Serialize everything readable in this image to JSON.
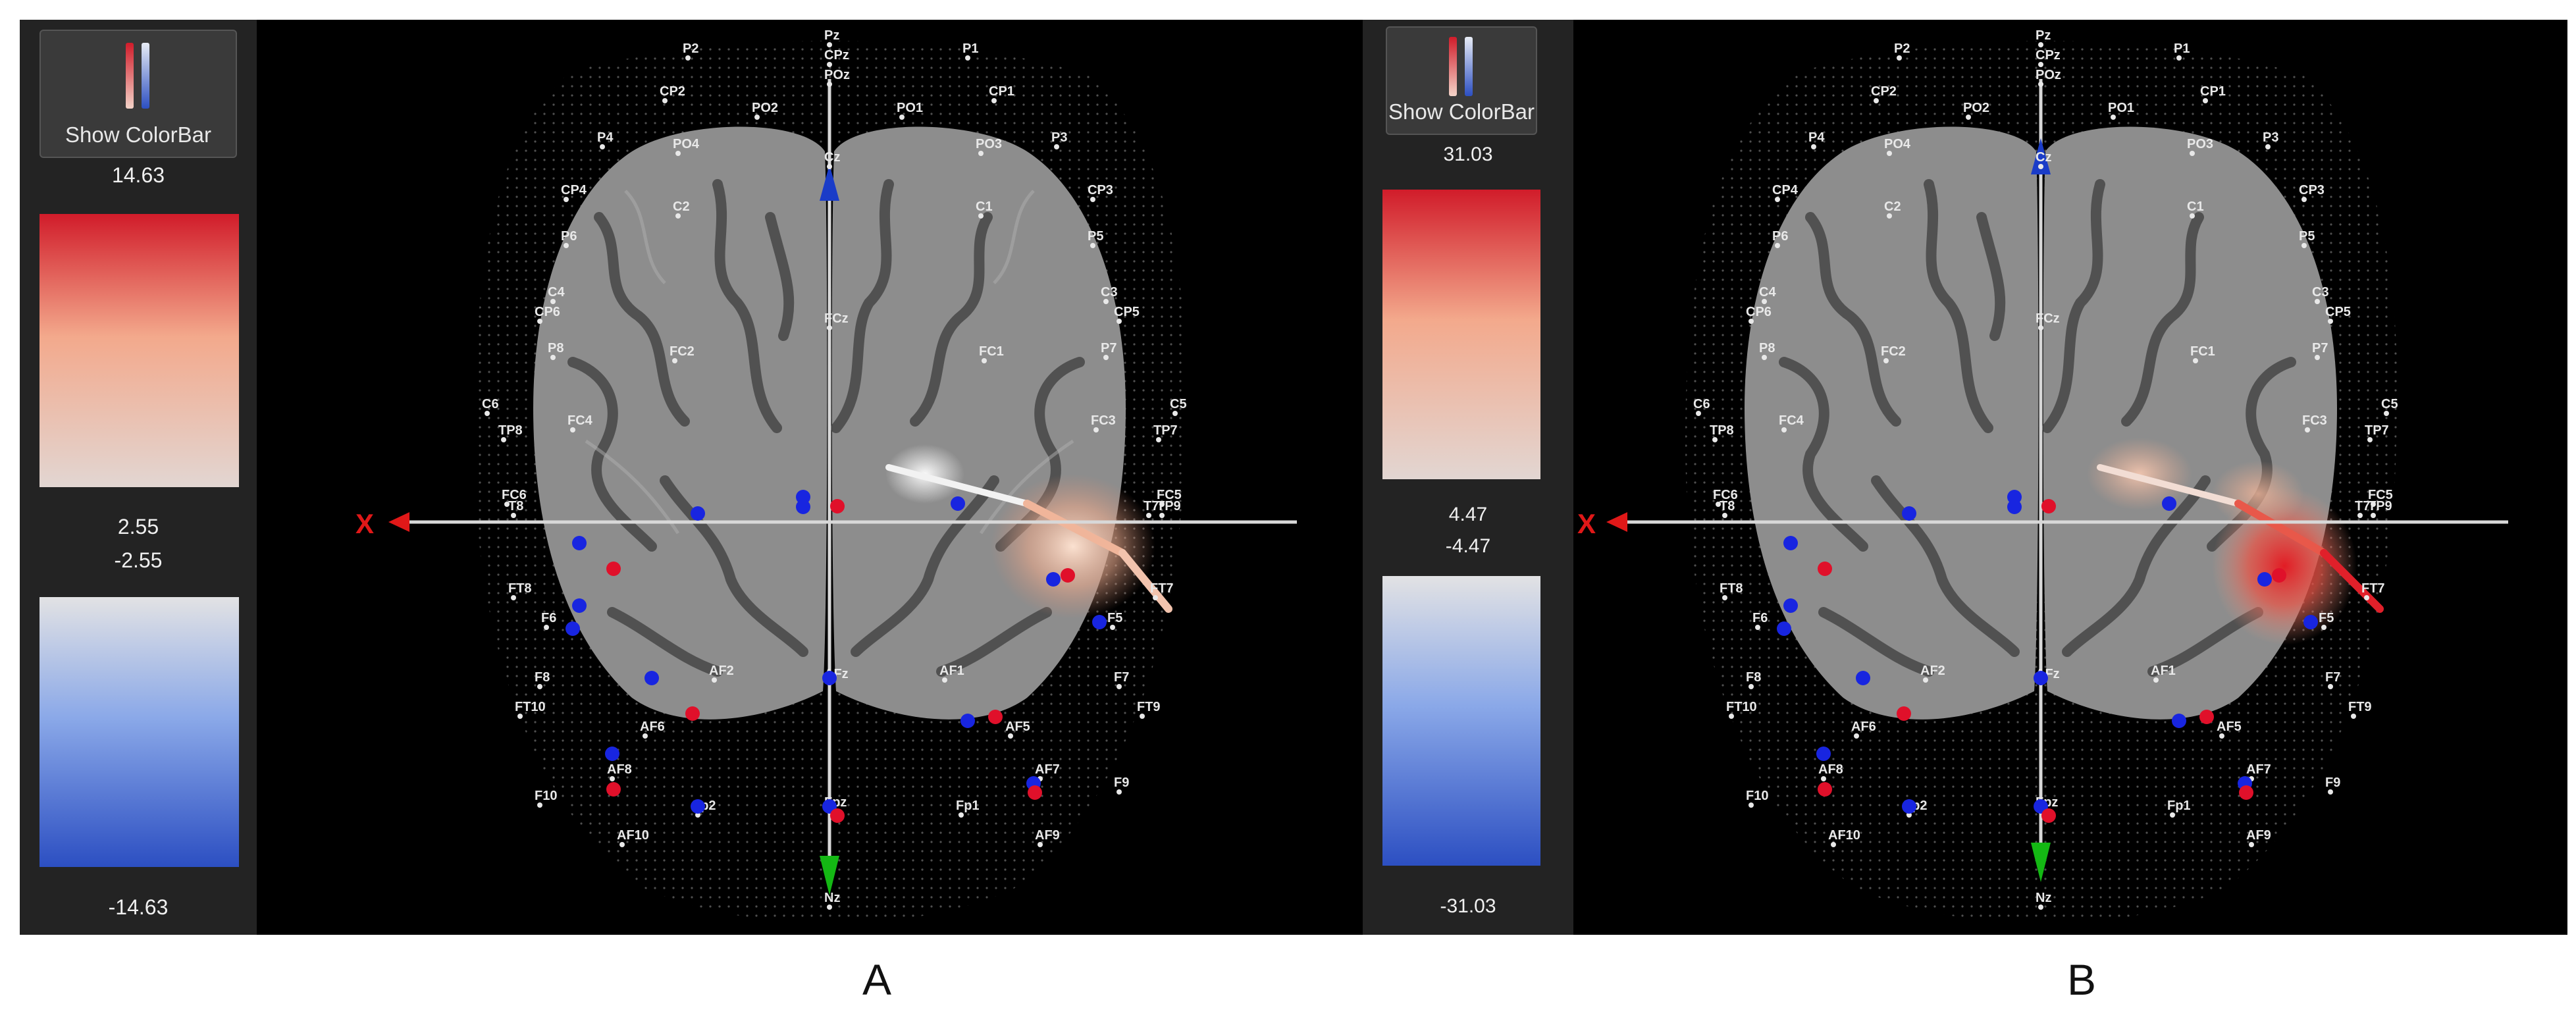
{
  "panels": [
    {
      "caption": "A",
      "button_label": "Show ColorBar",
      "pos_max": "14.63",
      "pos_min": "2.55",
      "neg_max": "-2.55",
      "neg_min": "-14.63",
      "axis_label": "X"
    },
    {
      "caption": "B",
      "button_label": "Show ColorBar",
      "pos_max": "31.03",
      "pos_min": "4.47",
      "neg_max": "-4.47",
      "neg_min": "-31.03",
      "axis_label": "X"
    }
  ],
  "colors": {
    "red": "#d11c2a",
    "pale": "#e2d6d2",
    "blue": "#2c4fc2",
    "source_dot": "#e0102a",
    "detector_dot": "#1825e0",
    "brain": "#8d8d8d",
    "axis_x": "#e01818",
    "axis_z": "#1a3cc8",
    "axis_y": "#14b814"
  },
  "electrodes_10_20": [
    "Pz",
    "CPz",
    "POz",
    "P2",
    "P1",
    "CP2",
    "CP1",
    "PO2",
    "PO1",
    "PO4",
    "PO3",
    "P4",
    "P3",
    "CP4",
    "CP3",
    "C2",
    "C1",
    "P6",
    "P5",
    "C4",
    "C3",
    "CP6",
    "CP5",
    "Cz",
    "FCz",
    "FC2",
    "FC1",
    "P8",
    "P7",
    "C6",
    "C5",
    "FC4",
    "FC3",
    "TP8",
    "TP7",
    "FC6",
    "FC5",
    "TP9",
    "T8",
    "T7",
    "FT8",
    "FT7",
    "F6",
    "F5",
    "F8",
    "F7",
    "FT10",
    "FT9",
    "AF2",
    "AF1",
    "AF6",
    "AF5",
    "AF8",
    "AF7",
    "Fp2",
    "Fp1",
    "F10",
    "F9",
    "AF10",
    "AF9",
    "AFz",
    "Fpz",
    "Nz"
  ],
  "optodes_panel_a": {
    "sources": [
      "S1",
      "S2",
      "S3",
      "S4",
      "S5",
      "S6",
      "S7"
    ],
    "detectors": [
      "D1",
      "D2",
      "D3",
      "D4",
      "D5",
      "D6",
      "D7",
      "D8",
      "D9",
      "D10",
      "D11",
      "D12",
      "D13",
      "D14",
      "D15",
      "D16"
    ]
  },
  "icons": [
    "colorbar-icon",
    "x-axis-arrow-icon",
    "z-axis-arrow-icon",
    "y-axis-arrow-icon"
  ]
}
